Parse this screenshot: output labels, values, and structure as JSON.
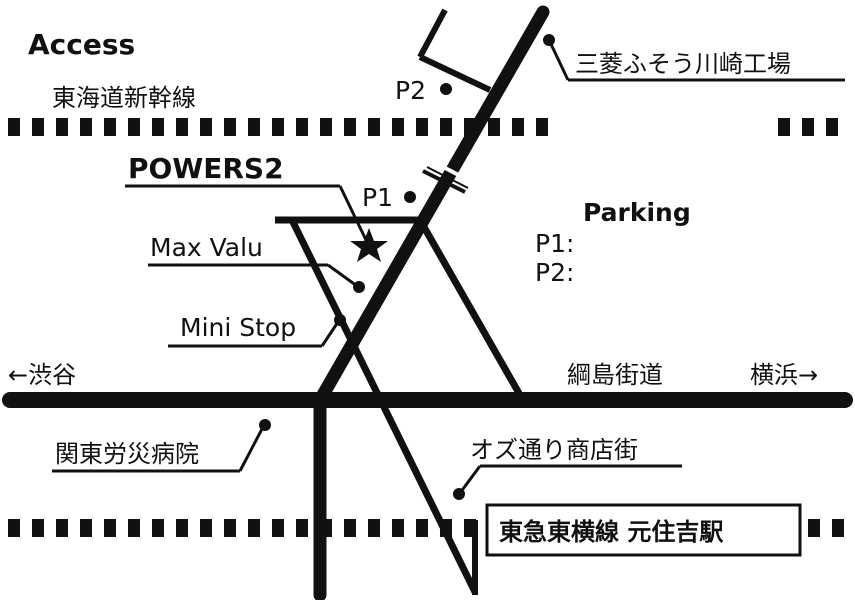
{
  "title": "Access",
  "railways": {
    "shinkansen": "東海道新幹線",
    "toyoko_station": "東急東横線 元住吉駅"
  },
  "roads": {
    "main_road": "綱島街道",
    "left_direction": "←渋谷",
    "right_direction": "横浜→"
  },
  "landmarks": {
    "target": "POWERS2",
    "max_valu": "Max Valu",
    "mini_stop": "Mini Stop",
    "mitsubishi": "三菱ふそう川崎工場",
    "hospital": "関東労災病院",
    "shopping_street": "オズ通り商店街"
  },
  "parking": {
    "heading": "Parking",
    "p1_label": "P1:",
    "p2_label": "P2:",
    "p1_marker": "P1",
    "p2_marker": "P2"
  },
  "colors": {
    "ink": "#111111",
    "background": "#ffffff"
  },
  "icons": {
    "target_marker": "star-icon",
    "landmark_marker": "dot-icon"
  }
}
